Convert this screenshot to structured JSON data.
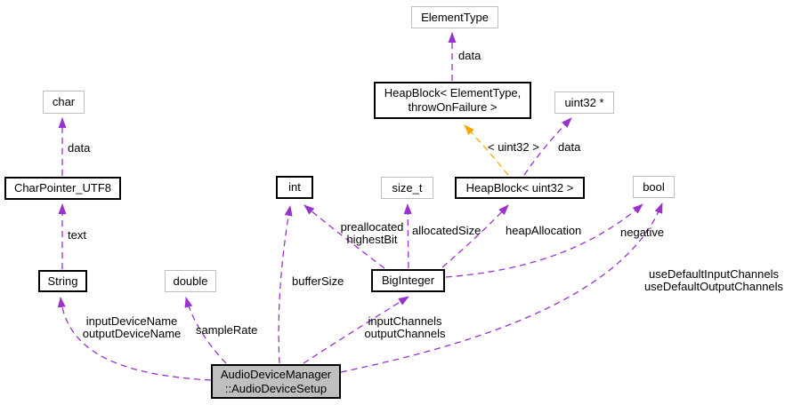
{
  "diagram": {
    "type": "doxygen-collaboration-graph",
    "nodes": {
      "element_type": {
        "label": "ElementType"
      },
      "char_type": {
        "label": "char"
      },
      "heapblock_template": {
        "label_line1": "HeapBlock< ElementType,",
        "label_line2": "throwOnFailure >"
      },
      "uint32_ptr": {
        "label": "uint32 *"
      },
      "charpointer_utf8": {
        "label": "CharPointer_UTF8"
      },
      "int_type": {
        "label": "int"
      },
      "size_t_type": {
        "label": "size_t"
      },
      "heapblock_uint32": {
        "label": "HeapBlock< uint32 >"
      },
      "bool_type": {
        "label": "bool"
      },
      "string_type": {
        "label": "String"
      },
      "double_type": {
        "label": "double"
      },
      "biginteger": {
        "label": "BigInteger"
      },
      "main_node": {
        "label_line1": "AudioDeviceManager",
        "label_line2": "::AudioDeviceSetup"
      }
    },
    "edge_labels": {
      "elementtype_data": "data",
      "char_data": "data",
      "template_args": "< uint32 >",
      "uint32ptr_data": "data",
      "text": "text",
      "preallocated": "preallocated",
      "highest_bit": "highestBit",
      "allocated_size": "allocatedSize",
      "heap_allocation": "heapAllocation",
      "negative": "negative",
      "use_default_input": "useDefaultInputChannels",
      "use_default_output": "useDefaultOutputChannels",
      "input_device_name": "inputDeviceName",
      "output_device_name": "outputDeviceName",
      "sample_rate": "sampleRate",
      "buffer_size": "bufferSize",
      "input_channels": "inputChannels",
      "output_channels": "outputChannels"
    },
    "edges": [
      {
        "from": "CharPointer_UTF8",
        "to": "char",
        "label": "data",
        "relation": "member"
      },
      {
        "from": "String",
        "to": "CharPointer_UTF8",
        "label": "text",
        "relation": "member"
      },
      {
        "from": "HeapBlock< ElementType, throwOnFailure >",
        "to": "ElementType",
        "label": "data",
        "relation": "member"
      },
      {
        "from": "HeapBlock< uint32 >",
        "to": "HeapBlock< ElementType, throwOnFailure >",
        "label": "< uint32 >",
        "relation": "template-instantiation"
      },
      {
        "from": "HeapBlock< uint32 >",
        "to": "uint32 *",
        "label": "data",
        "relation": "member"
      },
      {
        "from": "BigInteger",
        "to": "int",
        "label": "preallocated highestBit",
        "relation": "member"
      },
      {
        "from": "BigInteger",
        "to": "size_t",
        "label": "allocatedSize",
        "relation": "member"
      },
      {
        "from": "BigInteger",
        "to": "HeapBlock< uint32 >",
        "label": "heapAllocation",
        "relation": "member"
      },
      {
        "from": "BigInteger",
        "to": "bool",
        "label": "negative",
        "relation": "member"
      },
      {
        "from": "AudioDeviceManager::AudioDeviceSetup",
        "to": "String",
        "label": "inputDeviceName outputDeviceName",
        "relation": "member"
      },
      {
        "from": "AudioDeviceManager::AudioDeviceSetup",
        "to": "double",
        "label": "sampleRate",
        "relation": "member"
      },
      {
        "from": "AudioDeviceManager::AudioDeviceSetup",
        "to": "int",
        "label": "bufferSize",
        "relation": "member"
      },
      {
        "from": "AudioDeviceManager::AudioDeviceSetup",
        "to": "BigInteger",
        "label": "inputChannels outputChannels",
        "relation": "member"
      },
      {
        "from": "AudioDeviceManager::AudioDeviceSetup",
        "to": "bool",
        "label": "useDefaultInputChannels useDefaultOutputChannels",
        "relation": "member"
      }
    ],
    "colors": {
      "member_edge": "#9a32cd",
      "template_edge": "#ffa500",
      "linked_node_border": "#000000",
      "plain_node_border": "#bebebe",
      "main_node_fill": "#bfbfbf",
      "text": "#000000",
      "background": "#ffffff"
    }
  }
}
